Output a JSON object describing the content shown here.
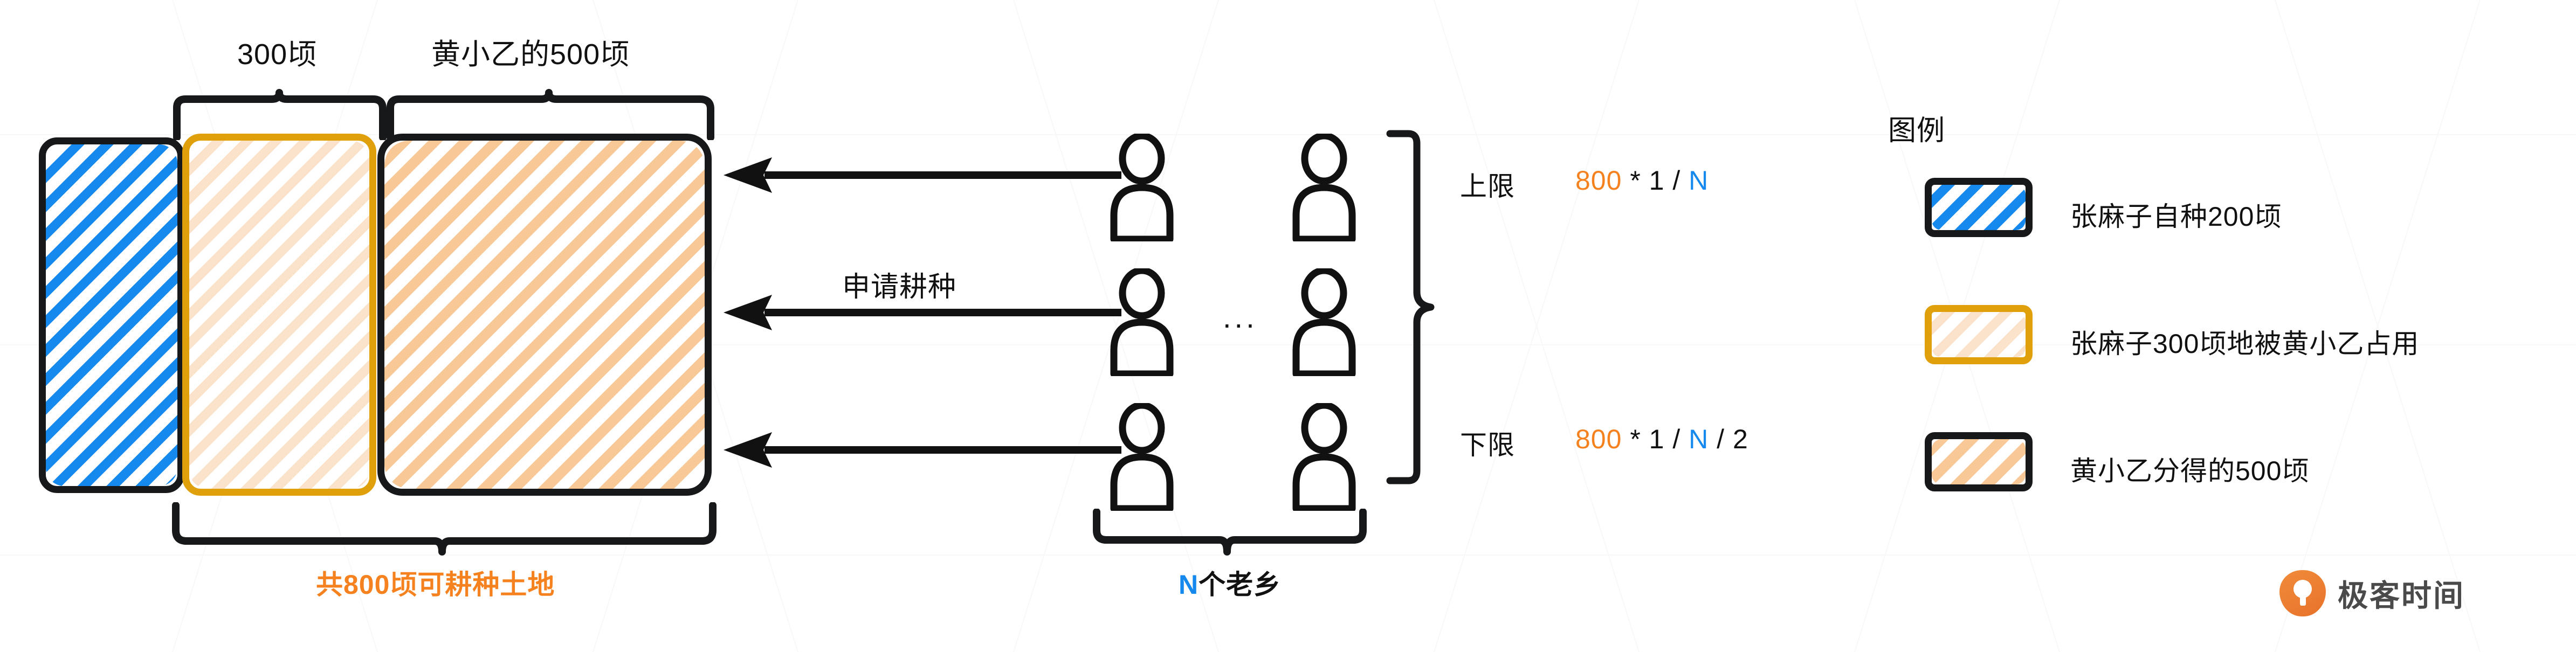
{
  "diagram": {
    "title_top_labels": {
      "box2_label": "300顷",
      "box3_label": "黄小乙的500顷"
    },
    "bottom_total_label": "共800顷可耕种土地",
    "arrow_label": "申请耕种",
    "people_group_label": "N个老乡",
    "people_ellipsis": "...",
    "bounds": [
      {
        "name": "上限",
        "formula_base": "800",
        "formula_mid": " * 1 / ",
        "formula_var": "N",
        "formula_tail": ""
      },
      {
        "name": "下限",
        "formula_base": "800",
        "formula_mid": " * 1 / ",
        "formula_var": "N",
        "formula_tail": " / 2"
      }
    ],
    "legend": {
      "title": "图例",
      "items": [
        {
          "swatch": "blue-hatch-black-border",
          "label": "张麻子自种200顷"
        },
        {
          "swatch": "pale-hatch-gold-border",
          "label": "张麻子300顷地被黄小乙占用"
        },
        {
          "swatch": "orange-hatch-black-border",
          "label": "黄小乙分得的500顷"
        }
      ]
    },
    "land_boxes": [
      {
        "name": "zhang-self-farmed-200",
        "area": "200顷",
        "fill": "blue-hatch",
        "border": "#16181A"
      },
      {
        "name": "zhang-occupied-300",
        "area": "300顷",
        "fill": "pale-hatch",
        "border": "#DFA00C"
      },
      {
        "name": "huang-allocated-500",
        "area": "500顷",
        "fill": "orange-hatch",
        "border": "#16181A"
      }
    ],
    "people_count_rows": 3,
    "people_count_cols": 2,
    "branding": {
      "logo_text": "极客时间"
    }
  },
  "colors": {
    "blue": "#1589EE",
    "orange": "#F5821F",
    "gold": "#DFA00C",
    "light_orange": "#F8C896",
    "pale_orange": "#FBE2CA",
    "ink": "#16181A"
  }
}
